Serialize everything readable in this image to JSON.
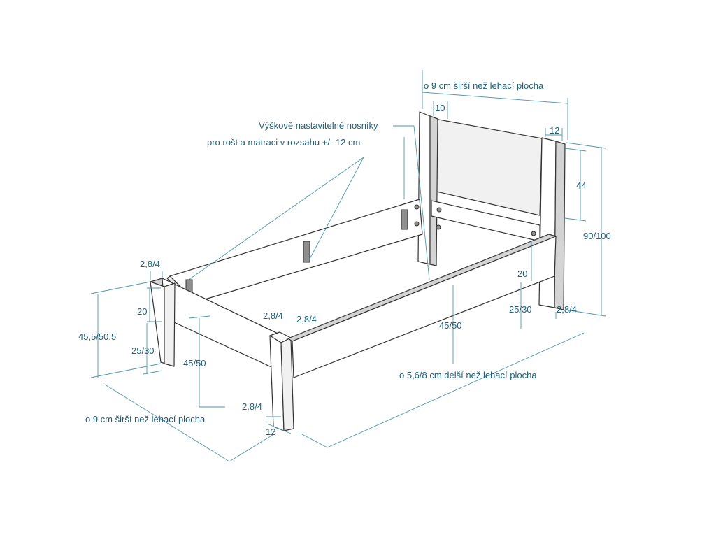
{
  "diagram": {
    "labels": {
      "headboard_width": "o 9 cm širší než lehací plocha",
      "headboard_post_top": "10",
      "headboard_post_side": "12",
      "headboard_panel_height": "44",
      "headboard_total_height": "90/100",
      "supports_line1": "Výškově nastavitelné nosníky",
      "supports_line2": "pro rošt a matraci v rozsahu +/- 12 cm",
      "foot_rail_thickness": "2,8/4",
      "foot_rail_height": "20",
      "foot_total_height": "45,5/50,5",
      "foot_leg_height": "25/30",
      "inner_leg_height_left": "45/50",
      "foot_post_rail_a": "2,8/4",
      "foot_post_rail_b": "2,8/4",
      "side_rail_height": "20",
      "inner_leg_height_right": "45/50",
      "head_leg_height": "25/30",
      "head_rail_thickness": "2,8/4",
      "length": "o 5,6/8 cm delší než lehací plocha",
      "foot_post_bottom_a": "2,8/4",
      "foot_post_bottom_b": "12",
      "foot_width": "o 9 cm širší než lehací plocha"
    },
    "colors": {
      "outline": "#333333",
      "dimension_line": "#4f97ad",
      "label_text": "#1f5f78"
    }
  }
}
